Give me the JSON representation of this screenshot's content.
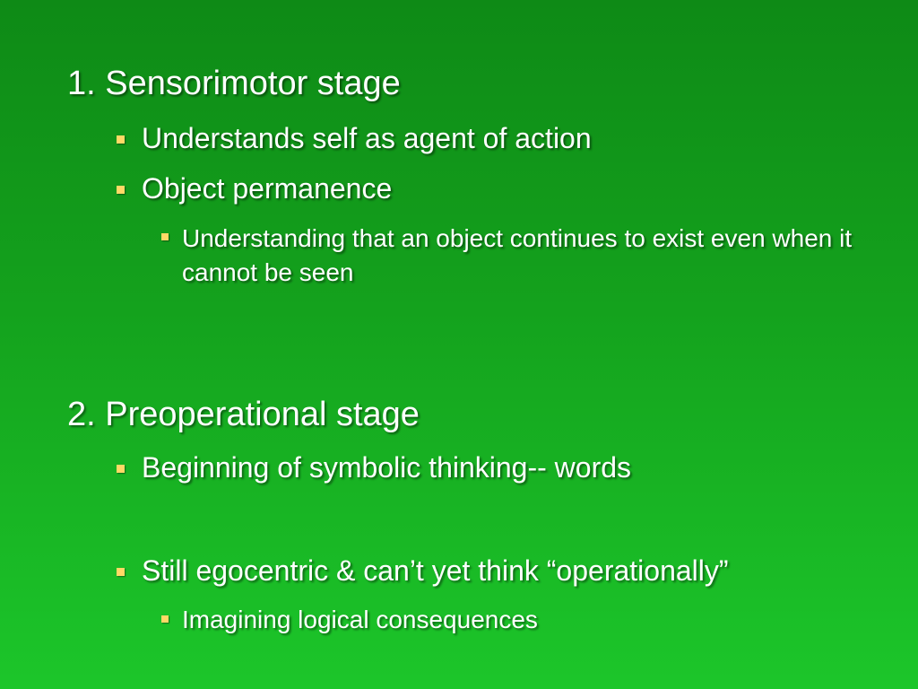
{
  "section1": {
    "heading": "1. Sensorimotor stage",
    "bullets": [
      "Understands self as agent of action",
      "Object permanence"
    ],
    "sub_bullets": [
      "Understanding that an object continues to exist even when it cannot be seen"
    ]
  },
  "section2": {
    "heading": "2. Preoperational stage",
    "bullets": [
      "Beginning of symbolic thinking-- words",
      "Still egocentric & can’t yet think “operationally”"
    ],
    "sub_bullets": [
      "Imagining logical consequences"
    ]
  },
  "colors": {
    "background_top": "#0e8a16",
    "background_bottom": "#1cc62a",
    "text": "#ffffff",
    "bullet": "#ffd966"
  }
}
